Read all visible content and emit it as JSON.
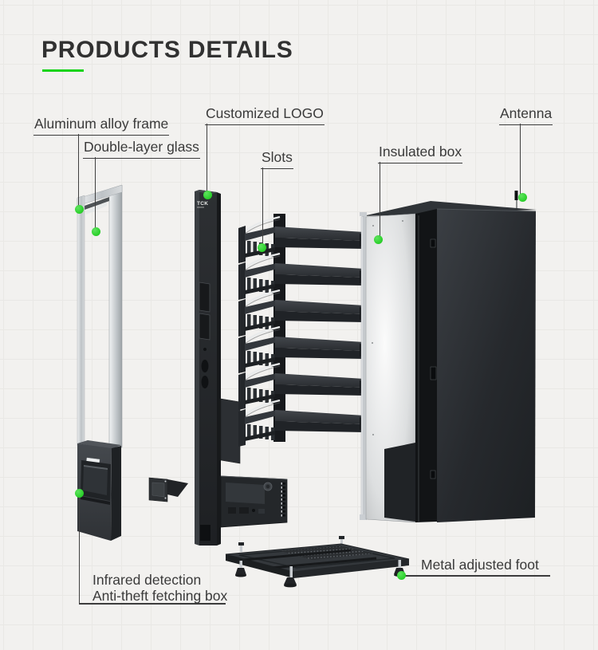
{
  "page": {
    "title": "PRODUCTS DETAILS",
    "accent_color": "#16d416",
    "dot_color": "#2fd32f",
    "title_color": "#313131",
    "label_color": "#3a3a3a",
    "background_color": "#f2f1ef"
  },
  "product": {
    "logo_text": "TCK"
  },
  "callouts": {
    "aluminum_frame": {
      "label": "Aluminum alloy frame"
    },
    "double_glass": {
      "label": "Double-layer glass"
    },
    "customized_logo": {
      "label": "Customized LOGO"
    },
    "slots": {
      "label": "Slots"
    },
    "insulated_box": {
      "label": "Insulated box"
    },
    "antenna": {
      "label": "Antenna"
    },
    "infrared_detection": {
      "line1": "Infrared detection",
      "line2": "Anti-theft fetching box"
    },
    "metal_foot": {
      "label": "Metal adjusted foot"
    }
  }
}
